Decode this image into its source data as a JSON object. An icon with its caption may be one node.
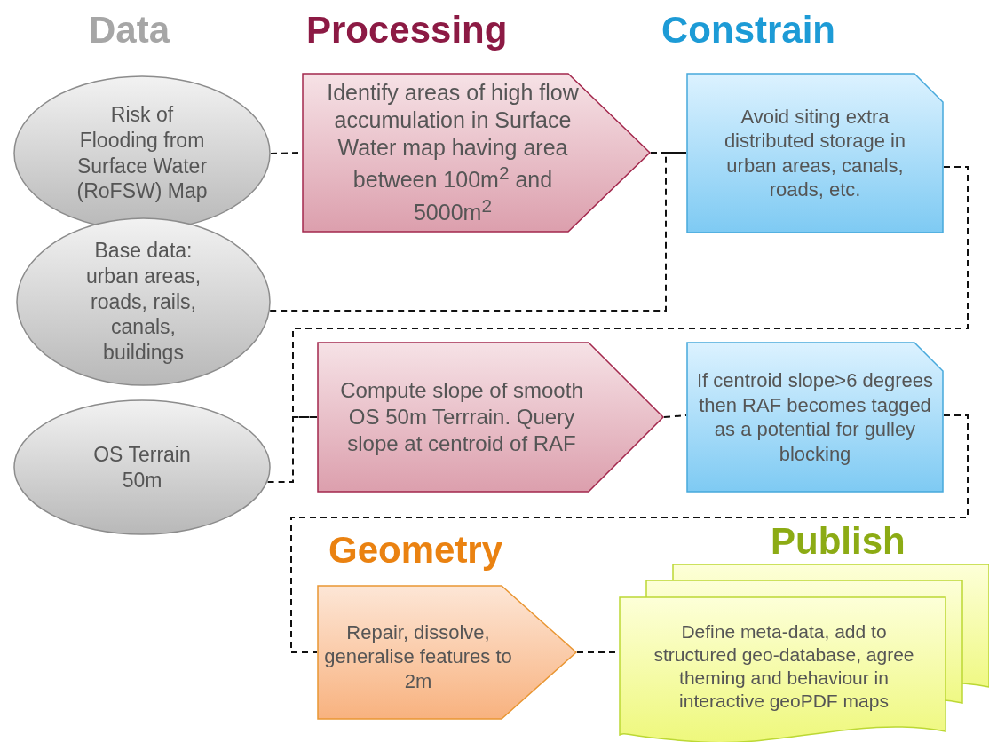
{
  "diagram": {
    "nodes": [
      {
        "text": [
          "Risk of Flooding from Surface Water (RoFSW) Map"
        ]
      },
      {
        "text": [
          "Base data: urban areas, roads, rails, canals, buildings"
        ]
      },
      {
        "text": [
          "OS Terrain 50m"
        ]
      },
      {
        "text": [
          "Identify areas of high flow accumulation in Surface Water map having area between 100m$^{2}$ and 5000m$^{2}$"
        ]
      },
      {
        "text": [
          "Avoid siting extra distributed storage in urban areas, canals, roads, etc."
        ]
      },
      {
        "text": [
          "Compute slope of smooth OS 50m Terrrain. Query slope at centroid of RAF"
        ]
      },
      {
        "text": [
          "If centroid slope>6 degrees then RAF becomes tagged as a potential for gulley blocking"
        ]
      },
      {
        "text": [
          "Repair, dissolve, generalise features to 2m"
        ]
      },
      {
        "text": [
          "Define meta-data, add to structured geo-database, agree theming and behaviour in interactive geoPDF maps"
        ]
      }
    ],
    "edges": [
      {
        "from": 0,
        "to": 3,
        "arrow": "none",
        "style": "dashed"
      },
      {
        "from": 3,
        "to": 4,
        "arrow": "none",
        "style": "dashed"
      },
      {
        "from": 1,
        "to": 4,
        "arrow": "none",
        "style": "dashed"
      },
      {
        "from": 4,
        "to": 5,
        "arrow": "none",
        "style": "dashed"
      },
      {
        "from": 2,
        "to": 5,
        "arrow": "none",
        "style": "dashed"
      },
      {
        "from": 5,
        "to": 6,
        "arrow": "none",
        "style": "dashed"
      },
      {
        "from": 6,
        "to": 7,
        "arrow": "none",
        "style": "dashed"
      },
      {
        "from": 7,
        "to": 8,
        "arrow": "none",
        "style": "dashed"
      }
    ],
    "labels": [
      "Data",
      "Processing",
      "Constrain",
      "Geometry",
      "Publish"
    ]
  }
}
